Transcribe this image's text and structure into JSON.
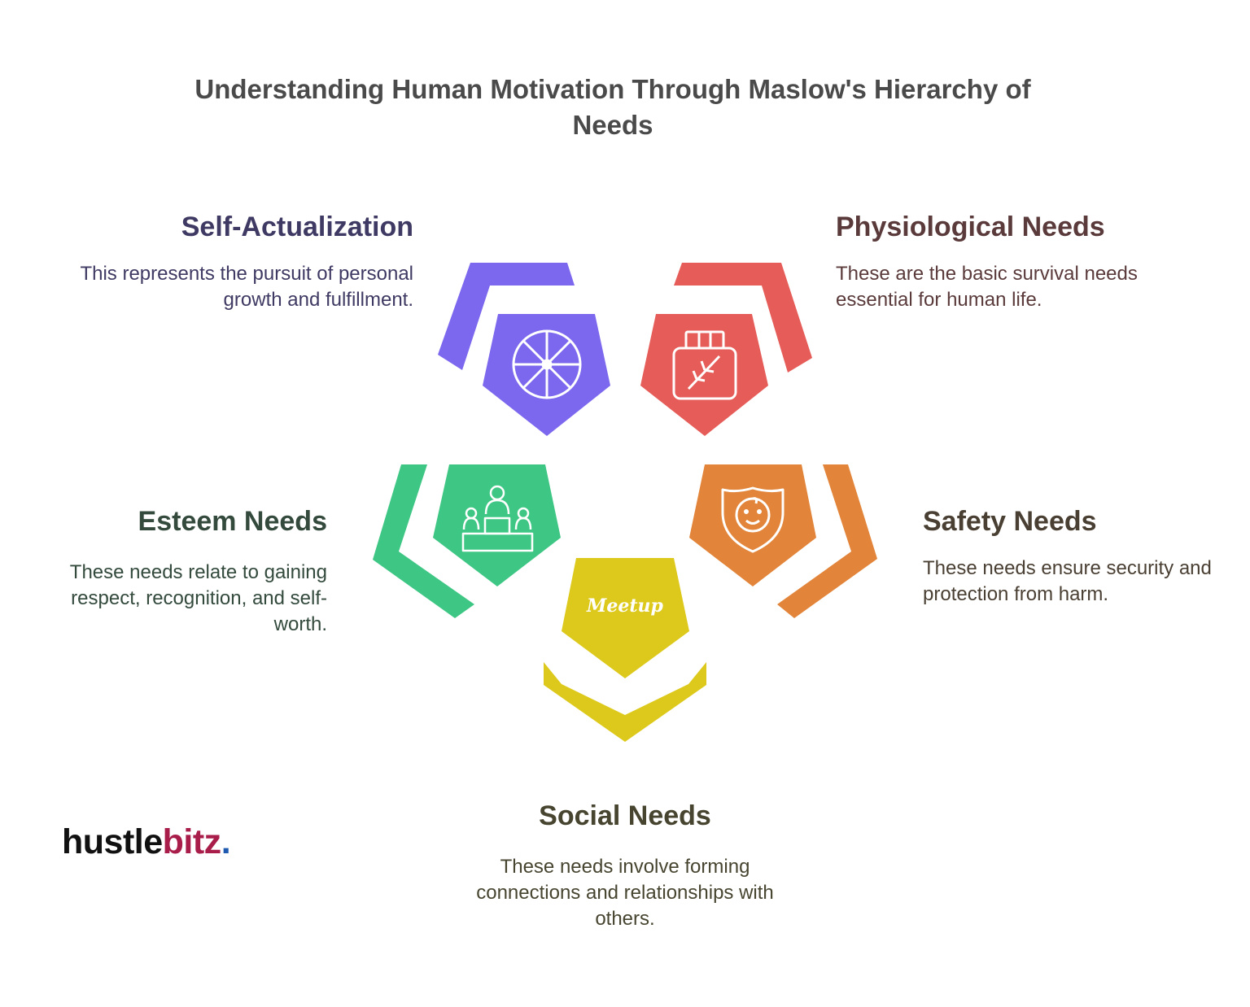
{
  "title": "Understanding Human Motivation Through Maslow's Hierarchy of Needs",
  "needs": {
    "self_actualization": {
      "heading": "Self-Actualization",
      "description": "This represents the pursuit of personal growth and fulfillment.",
      "color": "#7b68ee",
      "icon": "wheel-icon"
    },
    "physiological": {
      "heading": "Physiological Needs",
      "description": "These are the basic survival needs essential for human life.",
      "color": "#e65c58",
      "icon": "jar-icon"
    },
    "esteem": {
      "heading": "Esteem Needs",
      "description": "These needs relate to gaining respect, recognition, and self-worth.",
      "color": "#3ec784",
      "icon": "podium-icon"
    },
    "safety": {
      "heading": "Safety Needs",
      "description": "These needs ensure security and protection from harm.",
      "color": "#e2853a",
      "icon": "shield-baby-icon"
    },
    "social": {
      "heading": "Social Needs",
      "description": "These needs involve forming connections and relationships with others.",
      "color": "#ddc91b",
      "icon": "meetup-icon",
      "icon_text": "Meetup"
    }
  },
  "logo": {
    "part1": "hustle",
    "part2": "bitz",
    "dot": ".",
    "color1": "#111111",
    "color2": "#a81d4a",
    "dot_color": "#1e5bb0"
  }
}
